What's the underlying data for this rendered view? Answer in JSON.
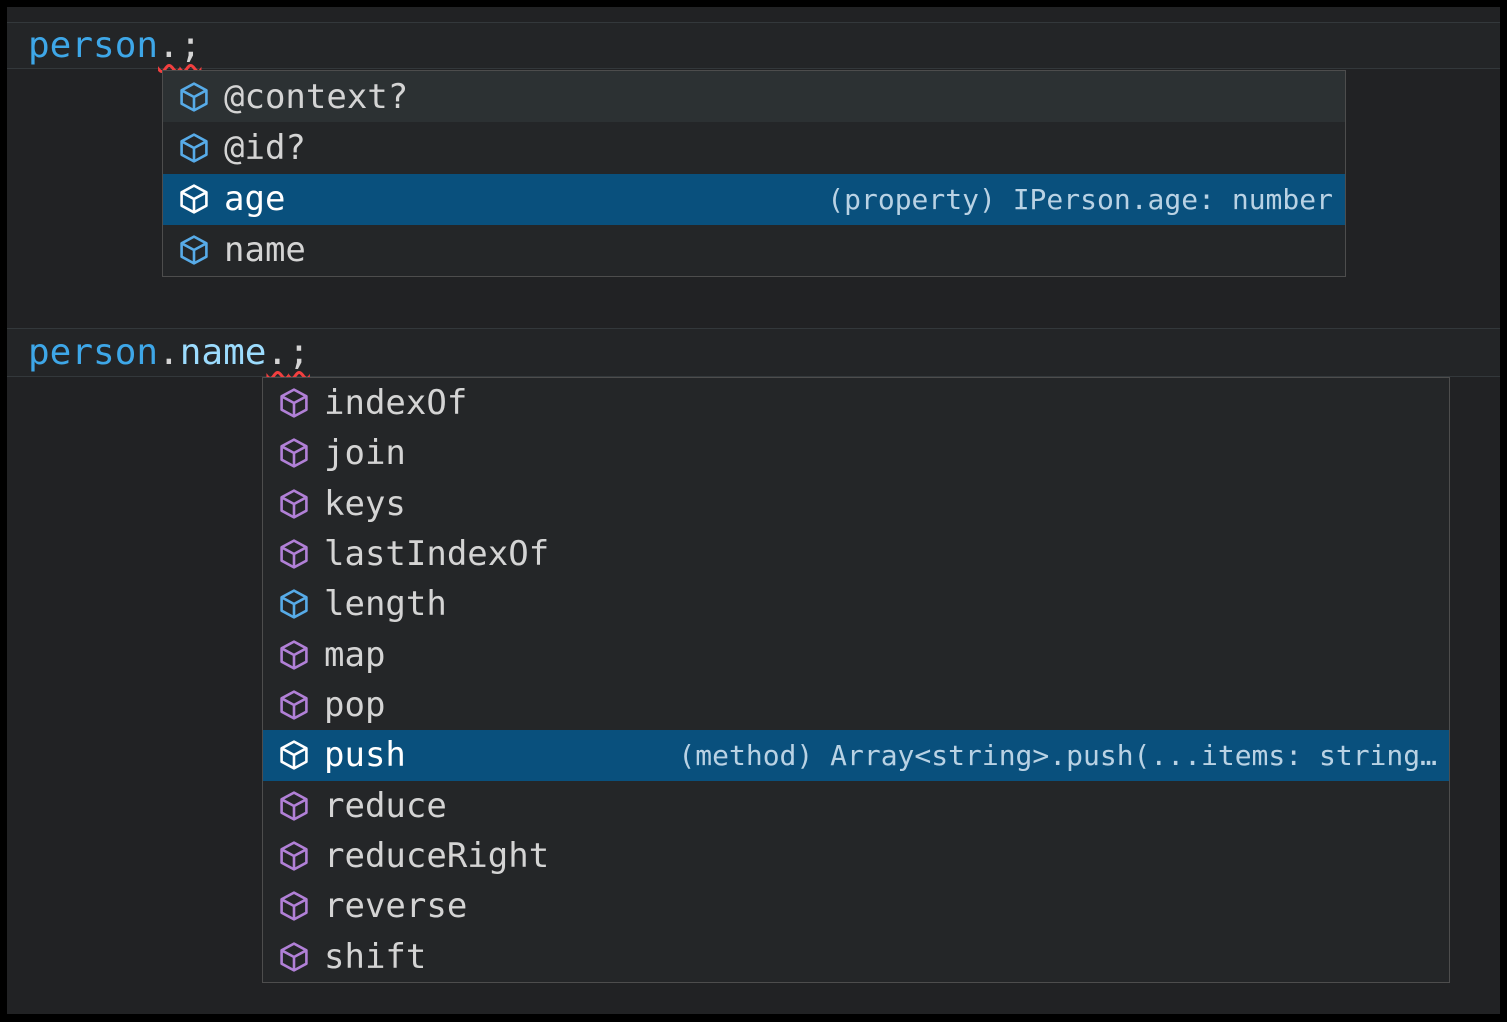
{
  "colors": {
    "editor_bg": "#212224",
    "line_highlight_bg": "#232527",
    "line_highlight_border": "#33383b",
    "widget_bg": "#242628",
    "widget_border": "#4d4d4d",
    "row_light_bg": "#2c3133",
    "selection_bg": "#09507d",
    "label_fg": "#d4d4d4",
    "label_selected_fg": "#ffffff",
    "detail_fg": "#b9d2e4",
    "code_variable": "#3ea7e8",
    "code_property": "#9cdcfe",
    "code_punct": "#d4d4d4",
    "squiggle": "#f23f3f",
    "icon_field": "#57abe8",
    "icon_method": "#b180d7",
    "icon_selected": "#ffffff"
  },
  "editor": {
    "line1": {
      "tokens": [
        {
          "t": "person",
          "c": "variable"
        },
        {
          "t": ".",
          "c": "punct",
          "err": true
        },
        {
          "t": ";",
          "c": "punct",
          "err": true
        }
      ]
    },
    "line2": {
      "tokens": [
        {
          "t": "person",
          "c": "variable"
        },
        {
          "t": ".",
          "c": "punct"
        },
        {
          "t": "name",
          "c": "property"
        },
        {
          "t": ".",
          "c": "punct",
          "err": true
        },
        {
          "t": ";",
          "c": "punct",
          "err": true
        }
      ]
    }
  },
  "suggest1": {
    "items": [
      {
        "label": "@context?",
        "kind": "field",
        "shade": "light"
      },
      {
        "label": "@id?",
        "kind": "field"
      },
      {
        "label": "age",
        "kind": "field",
        "selected": true,
        "detail": "(property) IPerson.age: number"
      },
      {
        "label": "name",
        "kind": "field"
      }
    ]
  },
  "suggest2": {
    "items": [
      {
        "label": "indexOf",
        "kind": "method"
      },
      {
        "label": "join",
        "kind": "method"
      },
      {
        "label": "keys",
        "kind": "method"
      },
      {
        "label": "lastIndexOf",
        "kind": "method"
      },
      {
        "label": "length",
        "kind": "field"
      },
      {
        "label": "map",
        "kind": "method"
      },
      {
        "label": "pop",
        "kind": "method"
      },
      {
        "label": "push",
        "kind": "method",
        "selected": true,
        "detail": "(method) Array<string>.push(...items: string…"
      },
      {
        "label": "reduce",
        "kind": "method"
      },
      {
        "label": "reduceRight",
        "kind": "method"
      },
      {
        "label": "reverse",
        "kind": "method"
      },
      {
        "label": "shift",
        "kind": "method"
      }
    ]
  }
}
